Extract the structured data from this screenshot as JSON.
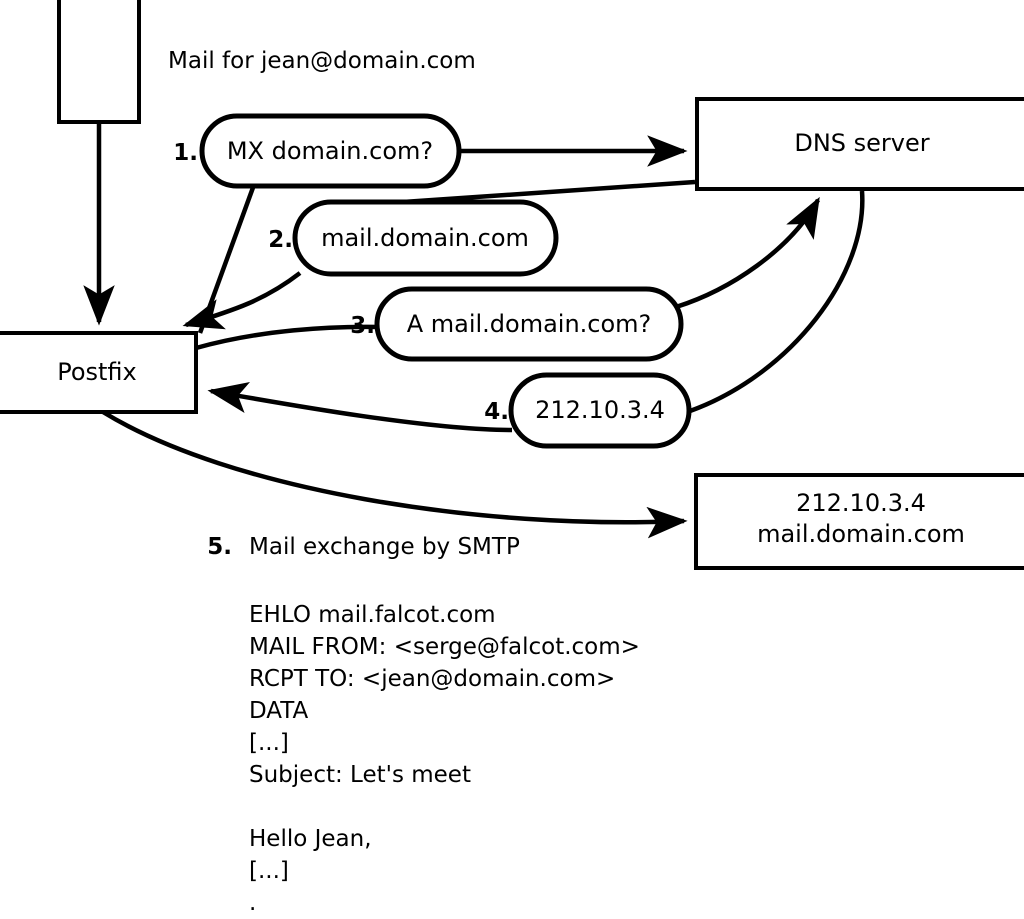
{
  "diagram": {
    "title_text": "Mail for jean@domain.com",
    "nodes": [
      {
        "id": "client-box",
        "label": ""
      },
      {
        "id": "postfix",
        "label": "Postfix"
      },
      {
        "id": "dns-server",
        "label": "DNS server"
      },
      {
        "id": "remote-mx",
        "label_line1": "212.10.3.4",
        "label_line2": "mail.domain.com"
      }
    ],
    "steps": [
      {
        "num": "1.",
        "label": "MX domain.com?"
      },
      {
        "num": "2.",
        "label": "mail.domain.com"
      },
      {
        "num": "3.",
        "label": "A mail.domain.com?"
      },
      {
        "num": "4.",
        "label": "212.10.3.4"
      }
    ],
    "smtp_step": {
      "num": "5.",
      "label": "Mail exchange by SMTP"
    },
    "transcript": [
      "EHLO mail.falcot.com",
      "MAIL FROM: <serge@falcot.com>",
      "RCPT TO: <jean@domain.com>",
      "DATA",
      "[...]",
      "Subject: Let's meet",
      "",
      "Hello Jean,",
      "[...]",
      "."
    ],
    "colors": {
      "stroke": "#000000",
      "fill": "#ffffff"
    }
  }
}
